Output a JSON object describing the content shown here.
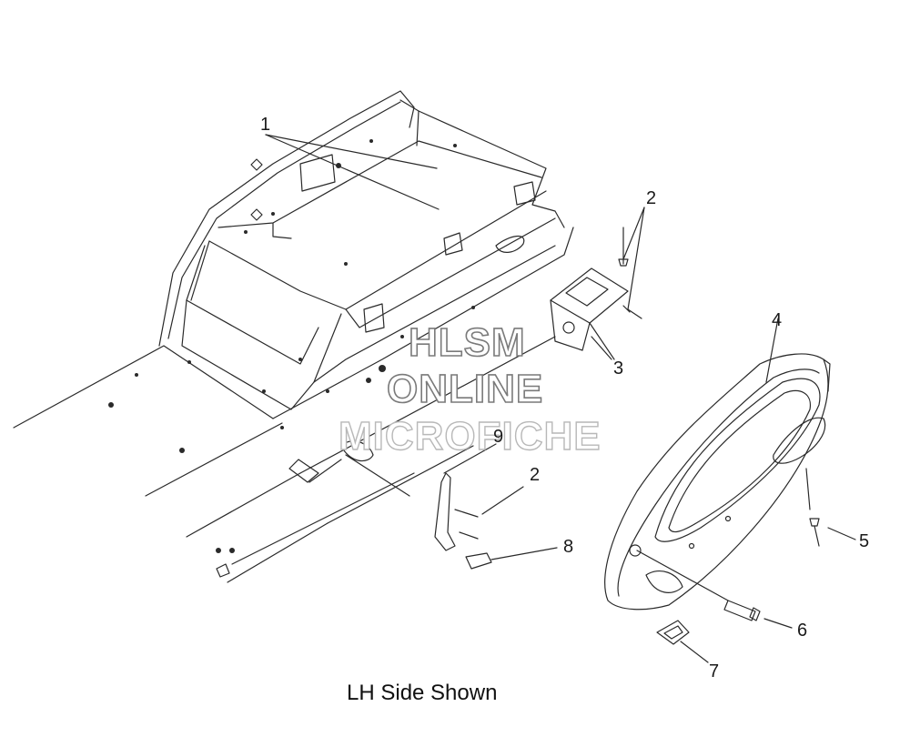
{
  "caption": "LH Side Shown",
  "watermark": {
    "line1": "HLSM",
    "line2": "ONLINE",
    "line3": "MICROFICHE"
  },
  "callouts": [
    {
      "id": "1",
      "label": "1"
    },
    {
      "id": "2a",
      "label": "2"
    },
    {
      "id": "3",
      "label": "3"
    },
    {
      "id": "4",
      "label": "4"
    },
    {
      "id": "9",
      "label": "9"
    },
    {
      "id": "2b",
      "label": "2"
    },
    {
      "id": "8",
      "label": "8"
    },
    {
      "id": "5",
      "label": "5"
    },
    {
      "id": "6",
      "label": "6"
    },
    {
      "id": "7",
      "label": "7"
    }
  ]
}
